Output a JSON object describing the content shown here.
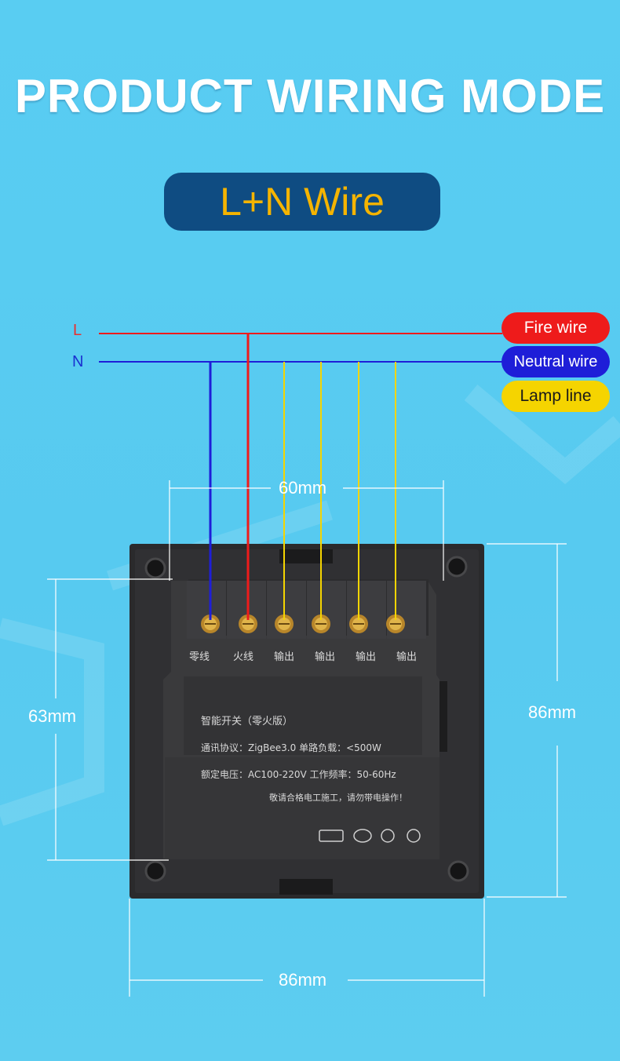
{
  "header": {
    "title": "PRODUCT WIRING MODE"
  },
  "mode_pill": {
    "label": "L+N Wire"
  },
  "wire_letters": {
    "live": "L",
    "neutral": "N"
  },
  "legend": {
    "fire": "Fire wire",
    "neutral": "Neutral wire",
    "lamp": "Lamp line"
  },
  "colors": {
    "background": "#57caf0",
    "fire_wire": "#ee1b1b",
    "neutral_wire": "#1e1ed8",
    "lamp_wire": "#f5d400",
    "pill_bg": "#0f4c82",
    "pill_text": "#f5b400",
    "panel": "#2b2b2d"
  },
  "dimensions": {
    "terminal_span": "60mm",
    "module_height": "63mm",
    "panel_height": "86mm",
    "panel_width": "86mm"
  },
  "terminals": [
    "零线",
    "火线",
    "输出",
    "输出",
    "输出",
    "输出"
  ],
  "module_info": {
    "name": "智能开关（零火版）",
    "protocol": "通讯协议：ZigBee3.0  单路负载：<500W",
    "voltage": "额定电压：AC100-220V 工作频率：50-60Hz",
    "warning": "敬请合格电工施工，请勿带电操作！"
  }
}
